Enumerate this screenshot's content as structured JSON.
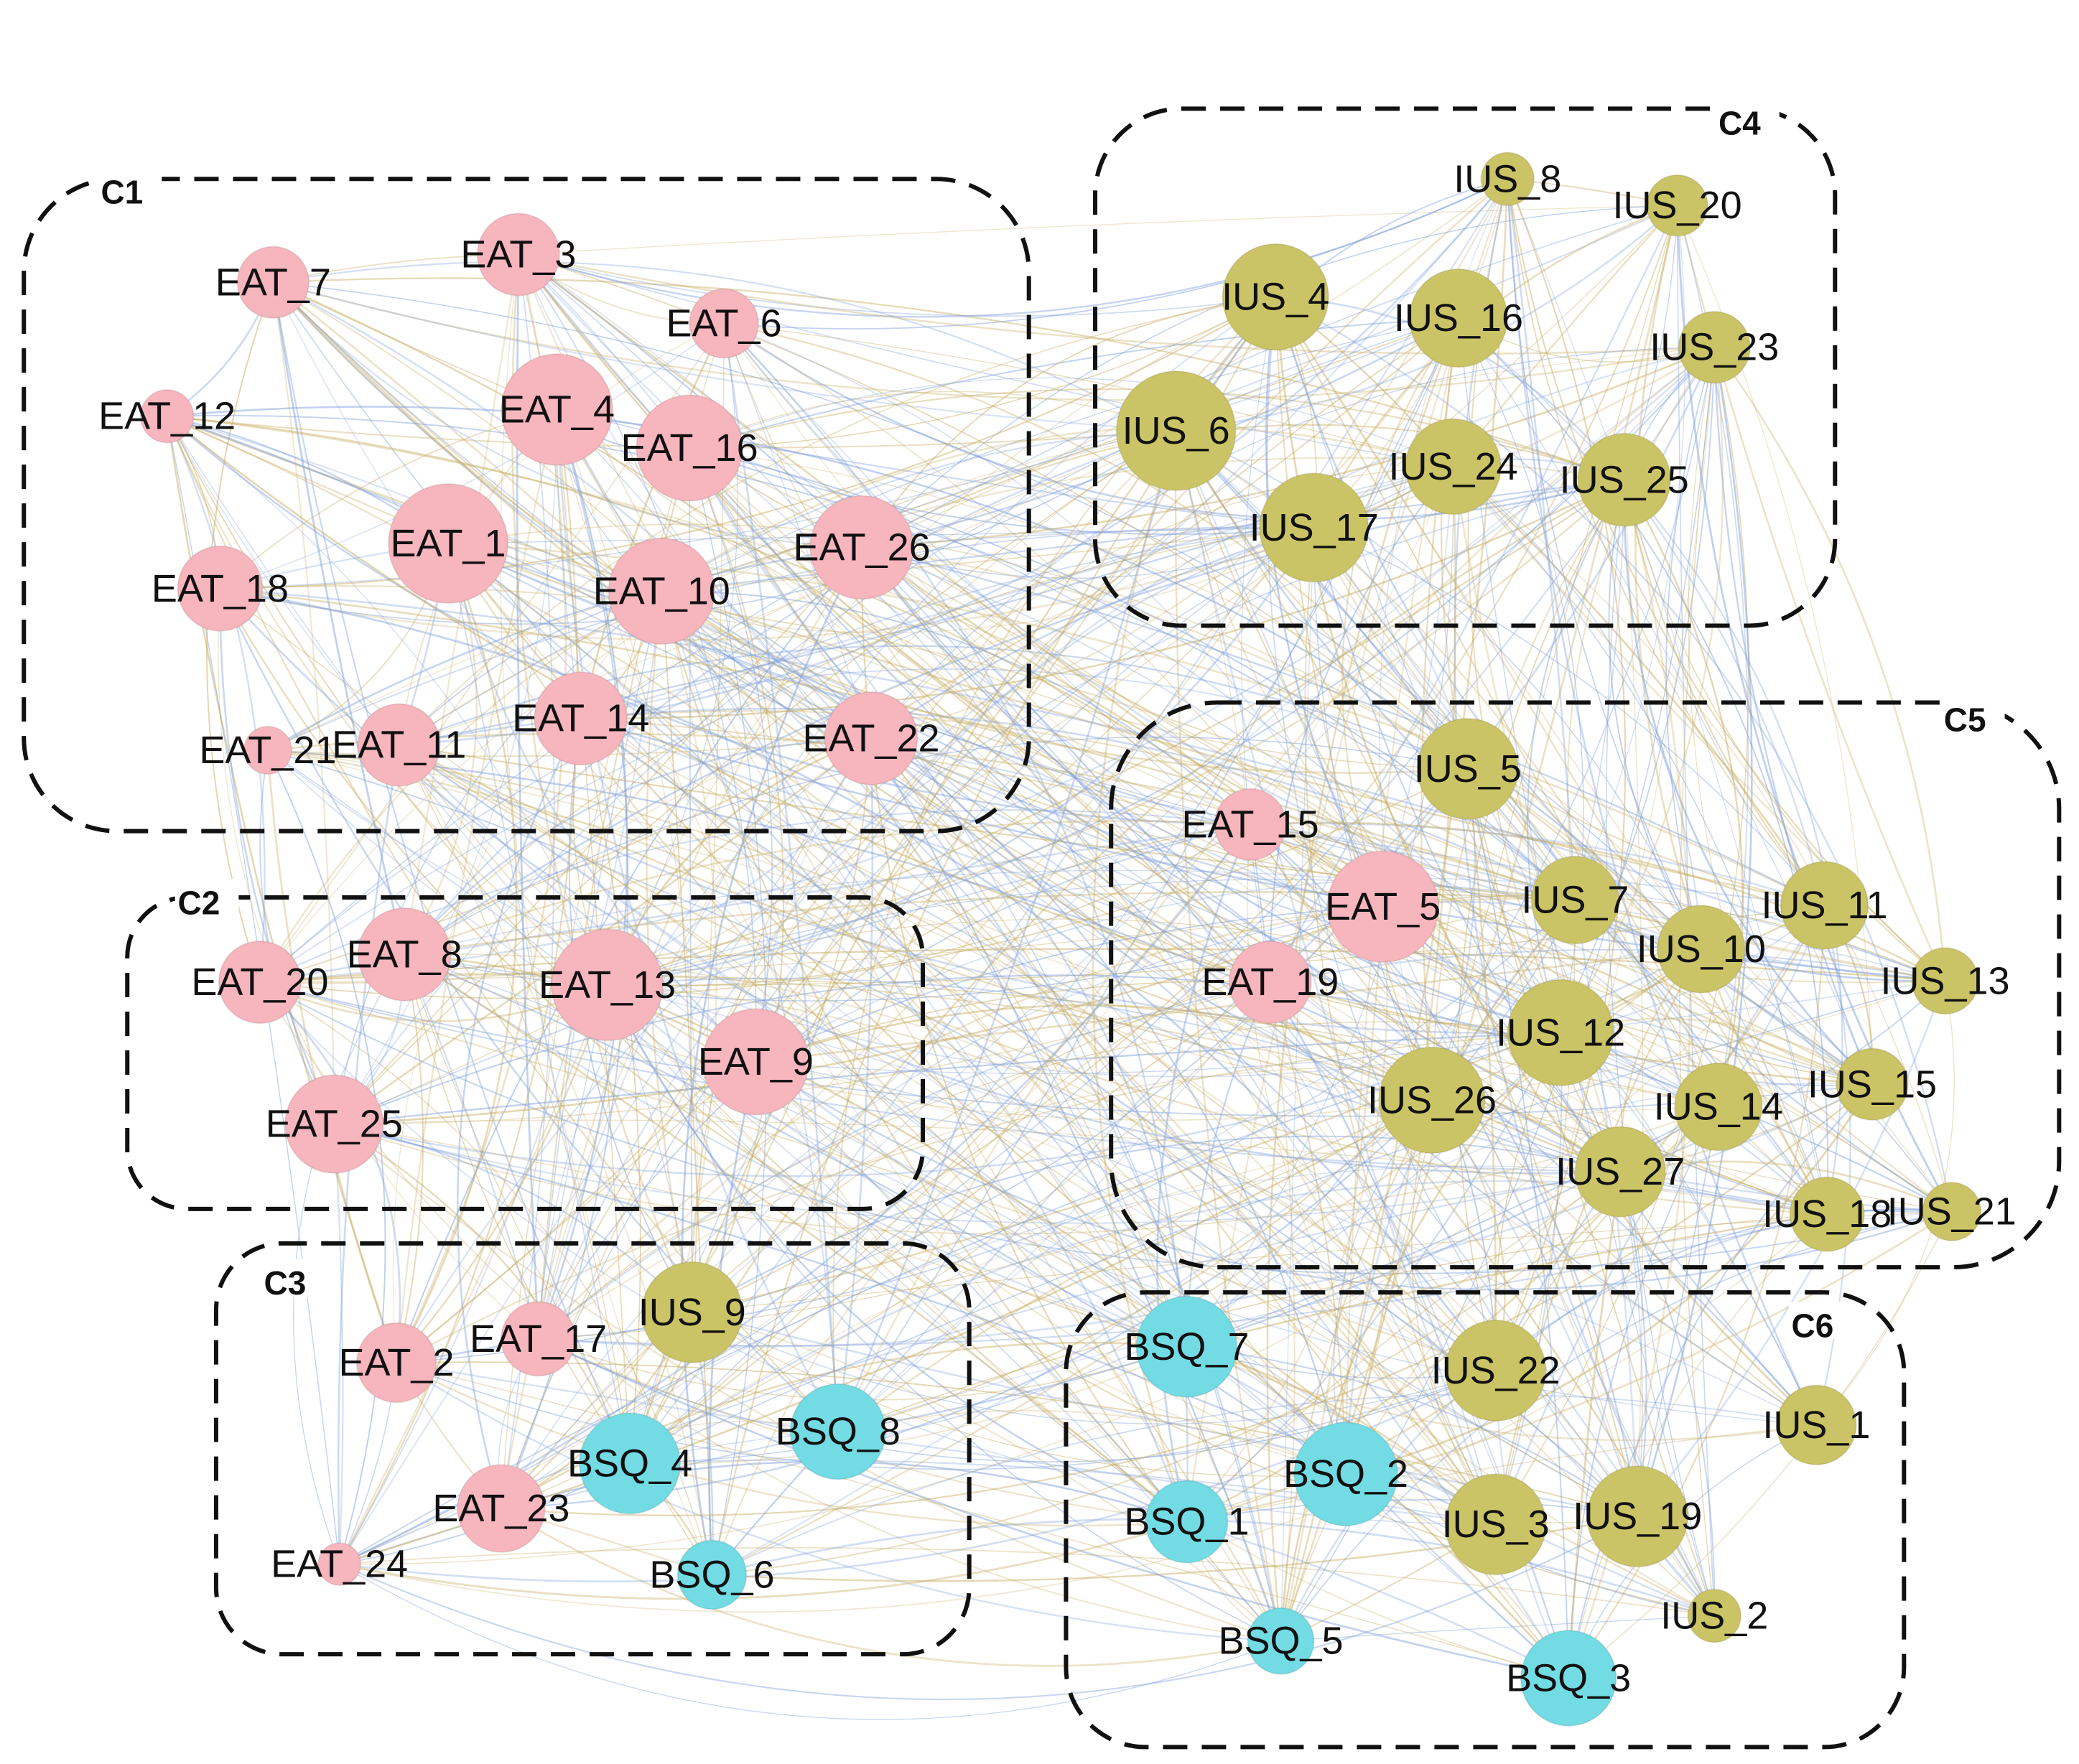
{
  "colors": {
    "EAT": "#f7b5bd",
    "IUS": "#cbc466",
    "BSQ": "#72dbe3",
    "edge_blue": "#7f9fdc",
    "edge_gold": "#c8ad62",
    "cluster_border": "#111111"
  },
  "clusters": [
    {
      "id": "C1",
      "label": "C1"
    },
    {
      "id": "C2",
      "label": "C2"
    },
    {
      "id": "C3",
      "label": "C3"
    },
    {
      "id": "C4",
      "label": "C4"
    },
    {
      "id": "C5",
      "label": "C5"
    },
    {
      "id": "C6",
      "label": "C6"
    }
  ],
  "nodes": [
    {
      "id": "EAT_7",
      "label": "EAT_7",
      "group": "EAT",
      "cluster": "C1"
    },
    {
      "id": "EAT_3",
      "label": "EAT_3",
      "group": "EAT",
      "cluster": "C1"
    },
    {
      "id": "EAT_6",
      "label": "EAT_6",
      "group": "EAT",
      "cluster": "C1"
    },
    {
      "id": "EAT_12",
      "label": "EAT_12",
      "group": "EAT",
      "cluster": "C1"
    },
    {
      "id": "EAT_4",
      "label": "EAT_4",
      "group": "EAT",
      "cluster": "C1"
    },
    {
      "id": "EAT_16",
      "label": "EAT_16",
      "group": "EAT",
      "cluster": "C1"
    },
    {
      "id": "EAT_1",
      "label": "EAT_1",
      "group": "EAT",
      "cluster": "C1"
    },
    {
      "id": "EAT_26",
      "label": "EAT_26",
      "group": "EAT",
      "cluster": "C1"
    },
    {
      "id": "EAT_18",
      "label": "EAT_18",
      "group": "EAT",
      "cluster": "C1"
    },
    {
      "id": "EAT_10",
      "label": "EAT_10",
      "group": "EAT",
      "cluster": "C1"
    },
    {
      "id": "EAT_21",
      "label": "EAT_21",
      "group": "EAT",
      "cluster": "C1"
    },
    {
      "id": "EAT_11",
      "label": "EAT_11",
      "group": "EAT",
      "cluster": "C1"
    },
    {
      "id": "EAT_14",
      "label": "EAT_14",
      "group": "EAT",
      "cluster": "C1"
    },
    {
      "id": "EAT_22",
      "label": "EAT_22",
      "group": "EAT",
      "cluster": "C1"
    },
    {
      "id": "EAT_20",
      "label": "EAT_20",
      "group": "EAT",
      "cluster": "C2"
    },
    {
      "id": "EAT_8",
      "label": "EAT_8",
      "group": "EAT",
      "cluster": "C2"
    },
    {
      "id": "EAT_13",
      "label": "EAT_13",
      "group": "EAT",
      "cluster": "C2"
    },
    {
      "id": "EAT_9",
      "label": "EAT_9",
      "group": "EAT",
      "cluster": "C2"
    },
    {
      "id": "EAT_25",
      "label": "EAT_25",
      "group": "EAT",
      "cluster": "C2"
    },
    {
      "id": "EAT_2",
      "label": "EAT_2",
      "group": "EAT",
      "cluster": "C3"
    },
    {
      "id": "EAT_17",
      "label": "EAT_17",
      "group": "EAT",
      "cluster": "C3"
    },
    {
      "id": "IUS_9",
      "label": "IUS_9",
      "group": "IUS",
      "cluster": "C3"
    },
    {
      "id": "BSQ_8",
      "label": "BSQ_8",
      "group": "BSQ",
      "cluster": "C3"
    },
    {
      "id": "BSQ_4",
      "label": "BSQ_4",
      "group": "BSQ",
      "cluster": "C3"
    },
    {
      "id": "EAT_23",
      "label": "EAT_23",
      "group": "EAT",
      "cluster": "C3"
    },
    {
      "id": "EAT_24",
      "label": "EAT_24",
      "group": "EAT",
      "cluster": "C3"
    },
    {
      "id": "BSQ_6",
      "label": "BSQ_6",
      "group": "BSQ",
      "cluster": "C3"
    },
    {
      "id": "IUS_8",
      "label": "IUS_8",
      "group": "IUS",
      "cluster": "C4"
    },
    {
      "id": "IUS_20",
      "label": "IUS_20",
      "group": "IUS",
      "cluster": "C4"
    },
    {
      "id": "IUS_4",
      "label": "IUS_4",
      "group": "IUS",
      "cluster": "C4"
    },
    {
      "id": "IUS_16",
      "label": "IUS_16",
      "group": "IUS",
      "cluster": "C4"
    },
    {
      "id": "IUS_23",
      "label": "IUS_23",
      "group": "IUS",
      "cluster": "C4"
    },
    {
      "id": "IUS_6",
      "label": "IUS_6",
      "group": "IUS",
      "cluster": "C4"
    },
    {
      "id": "IUS_24",
      "label": "IUS_24",
      "group": "IUS",
      "cluster": "C4"
    },
    {
      "id": "IUS_25",
      "label": "IUS_25",
      "group": "IUS",
      "cluster": "C4"
    },
    {
      "id": "IUS_17",
      "label": "IUS_17",
      "group": "IUS",
      "cluster": "C4"
    },
    {
      "id": "IUS_5",
      "label": "IUS_5",
      "group": "IUS",
      "cluster": "C5"
    },
    {
      "id": "EAT_15",
      "label": "EAT_15",
      "group": "EAT",
      "cluster": "C5"
    },
    {
      "id": "EAT_5",
      "label": "EAT_5",
      "group": "EAT",
      "cluster": "C5"
    },
    {
      "id": "IUS_7",
      "label": "IUS_7",
      "group": "IUS",
      "cluster": "C5"
    },
    {
      "id": "IUS_11",
      "label": "IUS_11",
      "group": "IUS",
      "cluster": "C5"
    },
    {
      "id": "IUS_10",
      "label": "IUS_10",
      "group": "IUS",
      "cluster": "C5"
    },
    {
      "id": "IUS_13",
      "label": "IUS_13",
      "group": "IUS",
      "cluster": "C5"
    },
    {
      "id": "EAT_19",
      "label": "EAT_19",
      "group": "EAT",
      "cluster": "C5"
    },
    {
      "id": "IUS_12",
      "label": "IUS_12",
      "group": "IUS",
      "cluster": "C5"
    },
    {
      "id": "IUS_26",
      "label": "IUS_26",
      "group": "IUS",
      "cluster": "C5"
    },
    {
      "id": "IUS_15",
      "label": "IUS_15",
      "group": "IUS",
      "cluster": "C5"
    },
    {
      "id": "IUS_14",
      "label": "IUS_14",
      "group": "IUS",
      "cluster": "C5"
    },
    {
      "id": "IUS_27",
      "label": "IUS_27",
      "group": "IUS",
      "cluster": "C5"
    },
    {
      "id": "IUS_18",
      "label": "IUS_18",
      "group": "IUS",
      "cluster": "C5"
    },
    {
      "id": "IUS_21",
      "label": "IUS_21",
      "group": "IUS",
      "cluster": "C5"
    },
    {
      "id": "BSQ_7",
      "label": "BSQ_7",
      "group": "BSQ",
      "cluster": "C6"
    },
    {
      "id": "IUS_22",
      "label": "IUS_22",
      "group": "IUS",
      "cluster": "C6"
    },
    {
      "id": "IUS_1",
      "label": "IUS_1",
      "group": "IUS",
      "cluster": "C6"
    },
    {
      "id": "BSQ_2",
      "label": "BSQ_2",
      "group": "BSQ",
      "cluster": "C6"
    },
    {
      "id": "BSQ_1",
      "label": "BSQ_1",
      "group": "BSQ",
      "cluster": "C6"
    },
    {
      "id": "IUS_3",
      "label": "IUS_3",
      "group": "IUS",
      "cluster": "C6"
    },
    {
      "id": "IUS_19",
      "label": "IUS_19",
      "group": "IUS",
      "cluster": "C6"
    },
    {
      "id": "IUS_2",
      "label": "IUS_2",
      "group": "IUS",
      "cluster": "C6"
    },
    {
      "id": "BSQ_5",
      "label": "BSQ_5",
      "group": "BSQ",
      "cluster": "C6"
    },
    {
      "id": "BSQ_3",
      "label": "BSQ_3",
      "group": "BSQ",
      "cluster": "C6"
    }
  ]
}
